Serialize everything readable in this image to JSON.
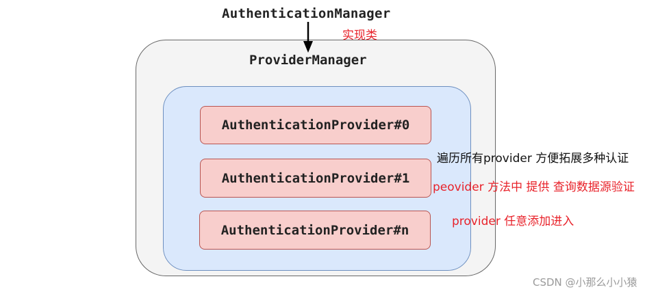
{
  "diagram": {
    "interface_label": "AuthenticationManager",
    "implementation_note": "实现类",
    "manager_label": "ProviderManager",
    "providers": [
      {
        "label": "AuthenticationProvider#0"
      },
      {
        "label": "AuthenticationProvider#1"
      },
      {
        "label": "AuthenticationProvider#n"
      }
    ],
    "notes": {
      "traverse": "遍历所有provider 方便拓展多种认证",
      "method": "peovider 方法中 提供 查询数据源验证",
      "custom": "provider 任意添加进入"
    },
    "watermark": "CSDN @小那么小小猿"
  },
  "colors": {
    "annotation_red": "#e8222a",
    "outer_box_fill": "#f4f4f4",
    "container_fill": "#dae8fc",
    "container_border": "#6c8ebf",
    "provider_fill": "#f8cecc",
    "provider_border": "#b85450"
  }
}
